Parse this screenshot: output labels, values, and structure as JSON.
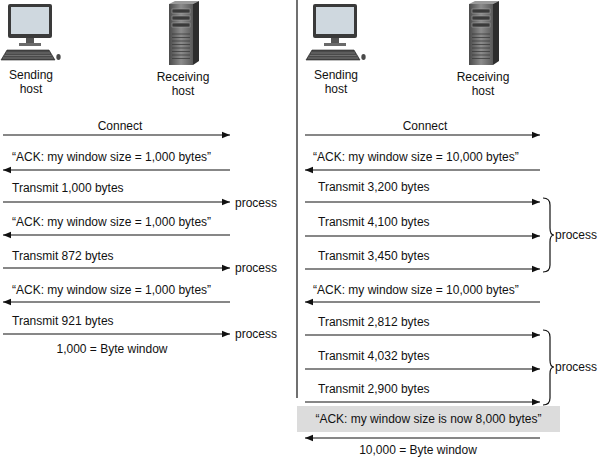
{
  "diagram": {
    "nodes": [
      {
        "text": [
          "Sending host"
        ]
      },
      {
        "text": [
          "Receiving host"
        ]
      },
      {
        "text": [
          "Sending host"
        ]
      },
      {
        "text": [
          "Receiving host"
        ]
      },
      {
        "text": [
          "“ACK: my window size is now 8,000 bytes”"
        ]
      }
    ],
    "labels": [
      "Connect",
      "“ACK: my window size = 1,000 bytes”",
      "Transmit 1,000 bytes",
      "process",
      "“ACK: my window size = 1,000 bytes”",
      "Transmit 872 bytes",
      "process",
      "“ACK: my window size = 1,000 bytes”",
      "Transmit 921 bytes",
      "process",
      "1,000 = Byte window",
      "Connect",
      "“ACK: my window size = 10,000 bytes”",
      "Transmit 3,200 bytes",
      "Transmit 4,100 bytes",
      "Transmit 3,450 bytes",
      "process",
      "“ACK: my window size = 10,000 bytes”",
      "Transmit 2,812 bytes",
      "Transmit 4,032 bytes",
      "Transmit 2,900 bytes",
      "process",
      "10,000 = Byte window"
    ]
  }
}
